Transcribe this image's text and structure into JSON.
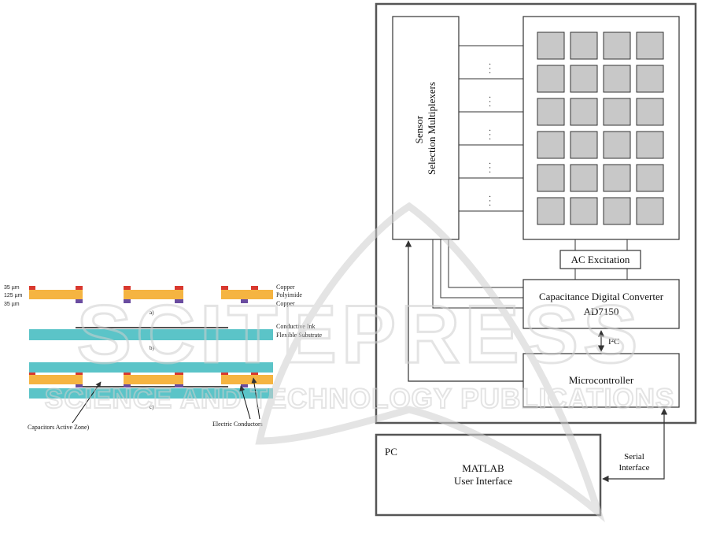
{
  "colors": {
    "copper": "#f5b441",
    "pad_red": "#d9382f",
    "pad_purple": "#6a4ca0",
    "substrate": "#5bc4c8",
    "ink": "#1a1a1a",
    "cell_fill": "#c8c8c8",
    "line": "#333333",
    "frame": "#555555",
    "watermark": "#d2d2d2"
  },
  "watermark": {
    "main": "SCITEPRESS",
    "sub": "SCIENCE AND TECHNOLOGY PUBLICATIONS"
  },
  "layers": {
    "dims": [
      "35 µm",
      "125 µm",
      "35 µm"
    ],
    "labels_a": [
      "Copper",
      "Polyimide",
      "Copper"
    ],
    "step_a": "a)",
    "labels_b": [
      "Conductive Ink",
      "Flexible Substrate"
    ],
    "step_b": "b)",
    "step_c": "c)",
    "annotation_capacitors": "Capacitors Active Zone)",
    "annotation_conductors": "Electric Conductors"
  },
  "system": {
    "sensor_mux": [
      "Sensor",
      "Selection Multiplexers"
    ],
    "mux_dots": ". . .",
    "sensor_grid": {
      "rows": 6,
      "cols": 4
    },
    "ac_excitation": "AC Excitation",
    "cdc": [
      "Capacitance Digital Converter",
      "AD7150"
    ],
    "i2c": "I²C",
    "microcontroller": "Microcontroller",
    "pc_label": "PC",
    "pc_app": [
      "MATLAB",
      "User Interface"
    ],
    "serial": [
      "Serial",
      "Interface"
    ]
  }
}
